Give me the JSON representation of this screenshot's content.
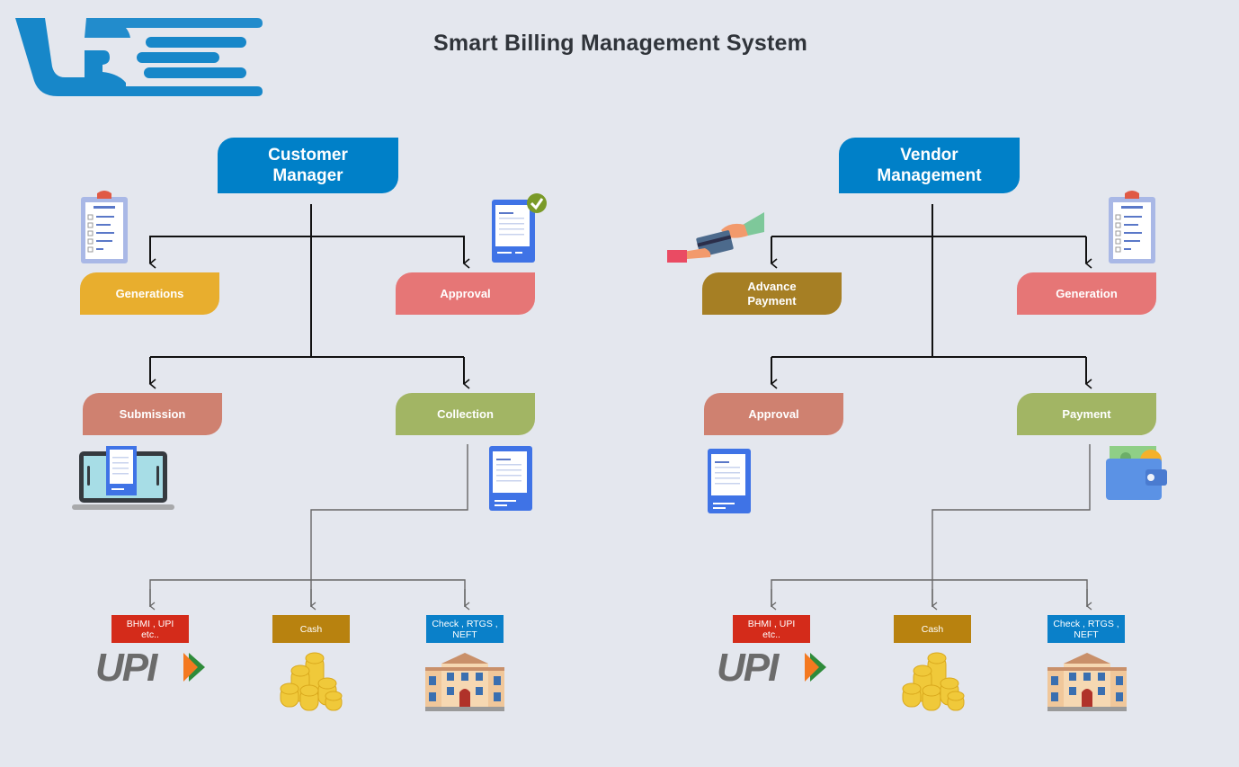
{
  "header": {
    "logo_icon": "ub-logo-icon",
    "title": "Smart Billing Management System"
  },
  "colors": {
    "background": "#e4e7ee",
    "primary_blue": "#0080c8",
    "yellow": "#e8ae2e",
    "coral": "#e67676",
    "salmon": "#cf8170",
    "olive_green": "#a2b564",
    "brown_gold": "#a67f24",
    "red": "#d42b1a",
    "cash_gold": "#b8820f",
    "bank_blue": "#0a80c9"
  },
  "customer": {
    "title_line1": "Customer",
    "title_line2": "Manager",
    "generations": "Generations",
    "approval": "Approval",
    "submission": "Submission",
    "collection": "Collection",
    "methods": {
      "upi_line1": "BHMI , UPI",
      "upi_line2": "etc..",
      "cash": "Cash",
      "bank_line1": "Check , RTGS ,",
      "bank_line2": "NEFT",
      "upi_logo": "UPI"
    },
    "icons": [
      "clipboard-checklist-icon",
      "invoice-approved-icon",
      "laptop-invoice-icon",
      "invoice-icon",
      "upi-logo-icon",
      "gold-coins-icon",
      "bank-building-icon"
    ]
  },
  "vendor": {
    "title_line1": "Vendor",
    "title_line2": "Management",
    "advance_line1": "Advance",
    "advance_line2": "Payment",
    "generation": "Generation",
    "approval": "Approval",
    "payment": "Payment",
    "methods": {
      "upi_line1": "BHMI , UPI",
      "upi_line2": "etc..",
      "cash": "Cash",
      "bank_line1": "Check , RTGS ,",
      "bank_line2": "NEFT",
      "upi_logo": "UPI"
    },
    "icons": [
      "card-handover-icon",
      "clipboard-checklist-icon",
      "invoice-icon",
      "wallet-icon",
      "upi-logo-icon",
      "gold-coins-icon",
      "bank-building-icon"
    ]
  }
}
